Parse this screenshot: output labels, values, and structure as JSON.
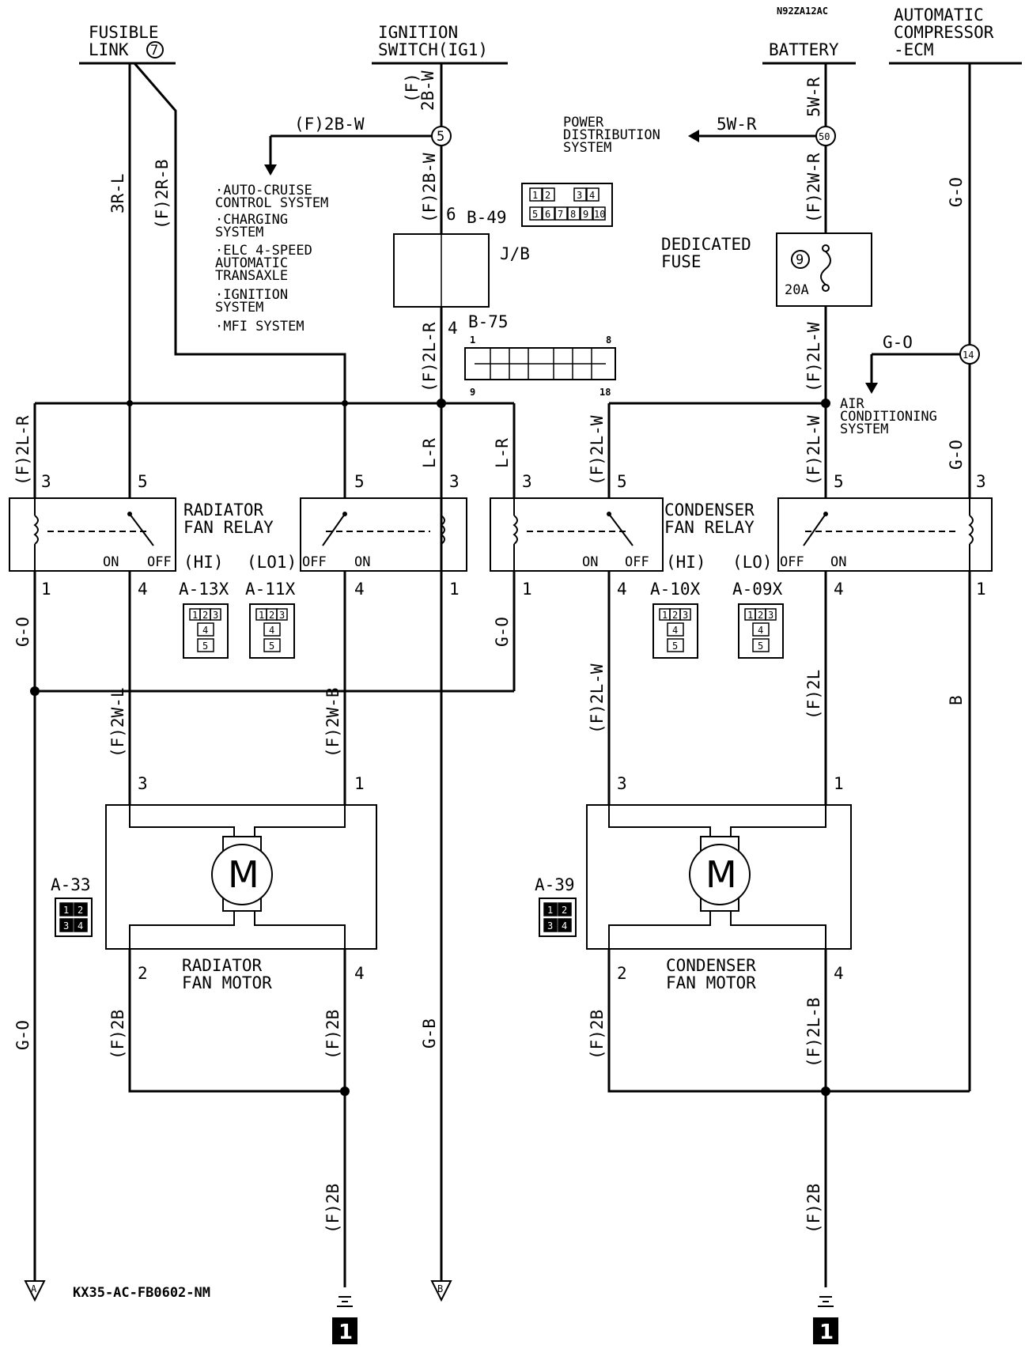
{
  "code_top": "N92ZA12AC",
  "code_bottom": "KX35-AC-FB0602-NM",
  "sources": {
    "fusible_link": [
      "FUSIBLE",
      "LINK"
    ],
    "fusible_link_no": "7",
    "ignition_switch": [
      "IGNITION",
      "SWITCH(IG1)"
    ],
    "battery": "BATTERY",
    "ac_ecm": [
      "AUTOMATIC",
      "COMPRESSOR",
      "-ECM"
    ]
  },
  "junctions": {
    "ig": "5",
    "bat": "50",
    "ecm": "14"
  },
  "outputs": {
    "ig_branch_wire": "(F)2B-W",
    "ig_branch_systems": [
      "·AUTO-CRUISE",
      " CONTROL SYSTEM",
      "·CHARGING",
      " SYSTEM",
      "·ELC 4-SPEED",
      " AUTOMATIC",
      " TRANSAXLE",
      "·IGNITION",
      " SYSTEM",
      "·MFI SYSTEM"
    ],
    "power_dist": [
      "POWER",
      "DISTRIBUTION",
      "SYSTEM"
    ],
    "power_dist_wire": "5W-R",
    "ac_system": [
      "AIR",
      "CONDITIONING",
      "SYSTEM"
    ],
    "ac_wire": "G-O"
  },
  "jb": {
    "label": "J/B",
    "pin_in": "6",
    "pin_out": "4",
    "conn_b49": "B-49",
    "conn_b75": "B-75",
    "b75_pins": [
      "1",
      "8",
      "9",
      "18"
    ],
    "b49_cells": [
      "1",
      "2",
      "3",
      "4",
      "5",
      "6",
      "7",
      "8",
      "9",
      "10"
    ]
  },
  "fuse": {
    "title": [
      "DEDICATED",
      "FUSE"
    ],
    "number": "9",
    "rating": "20A"
  },
  "wires": {
    "w_3rl": "3R-L",
    "w_2rb": "(F)2R-B",
    "w_ig_top": "(F)2B-W",
    "w_ig_mid": "(F)2B-W",
    "w_jb_out": "(F)2L-R",
    "w_bat_top": "5W-R",
    "w_bat_mid": "(F)2W-R",
    "w_fuse_out": "(F)2L-W",
    "w_ecm_top": "G-O",
    "w_bus_l": "(F)2L-R",
    "w_lr1": "L-R",
    "w_lr2": "L-R",
    "w_bus_r1": "(F)2L-W",
    "w_bus_r2": "(F)2L-W",
    "w_ecm_mid": "G-O",
    "w_go1": "G-O",
    "w_go2": "G-O",
    "w_2wl": "(F)2W-L",
    "w_2wb": "(F)2W-B",
    "w_c2lw": "(F)2L-W",
    "w_c2l": "(F)2L",
    "w_b": "B",
    "w_go_low": "G-O",
    "w_gb": "G-B",
    "w_r2b_l": "(F)2B",
    "w_r2b_r": "(F)2B",
    "w_c2b_l": "(F)2B",
    "w_c2lb": "(F)2L-B",
    "w_gnd_r": "(F)2B",
    "w_gnd_c": "(F)2B",
    "w_ig_top_a": "(F)",
    "w_ig_top_b": "2B-W"
  },
  "relays": {
    "radiator_title": [
      "RADIATOR",
      "FAN RELAY"
    ],
    "condenser_title": [
      "CONDENSER",
      "FAN RELAY"
    ],
    "hi": "(HI)",
    "lo1": "(LO1)",
    "lo": "(LO)",
    "on": "ON",
    "off": "OFF",
    "conn_a13x": "A-13X",
    "conn_a11x": "A-11X",
    "conn_a10x": "A-10X",
    "conn_a09x": "A-09X",
    "conn_pins": [
      "1",
      "2",
      "3",
      "4",
      "5"
    ],
    "pins": [
      "3",
      "5",
      "5",
      "3",
      "3",
      "5",
      "5",
      "3",
      "1",
      "4",
      "4",
      "1",
      "1",
      "4",
      "4",
      "1"
    ]
  },
  "motors": {
    "radiator": [
      "RADIATOR",
      "FAN MOTOR"
    ],
    "condenser": [
      "CONDENSER",
      "FAN MOTOR"
    ],
    "symbol": "M",
    "conn_a33": "A-33",
    "conn_a39": "A-39",
    "conn_cells": [
      "1",
      "2",
      "3",
      "4"
    ],
    "pins": [
      "3",
      "1",
      "2",
      "4",
      "3",
      "1",
      "2",
      "4"
    ]
  },
  "terminals": {
    "a": "A",
    "b": "B",
    "ground": "1"
  }
}
